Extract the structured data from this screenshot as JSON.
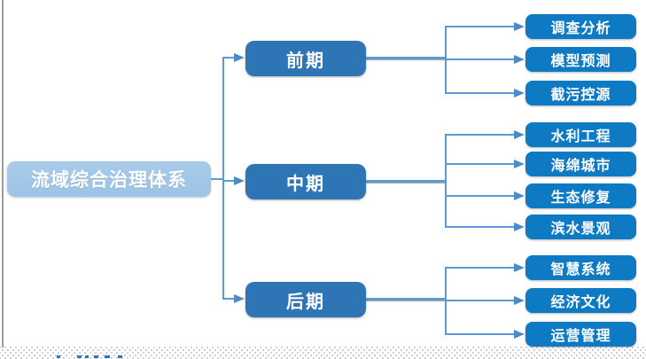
{
  "diagram": {
    "root": {
      "label": "流域综合治理体系"
    },
    "stages": [
      {
        "label": "前期",
        "children": [
          "调查分析",
          "模型预测",
          "截污控源"
        ]
      },
      {
        "label": "中期",
        "children": [
          "水利工程",
          "海绵城市",
          "生态修复",
          "滨水景观"
        ]
      },
      {
        "label": "后期",
        "children": [
          "智慧系统",
          "经济文化",
          "运营管理"
        ]
      }
    ],
    "colors": {
      "root_fill": "#9dc3e6",
      "stage_fill": "#2e75b6",
      "leaf_fill": "#0e7ac3",
      "connector": "#5b9bd5",
      "text": "#ffffff"
    }
  }
}
